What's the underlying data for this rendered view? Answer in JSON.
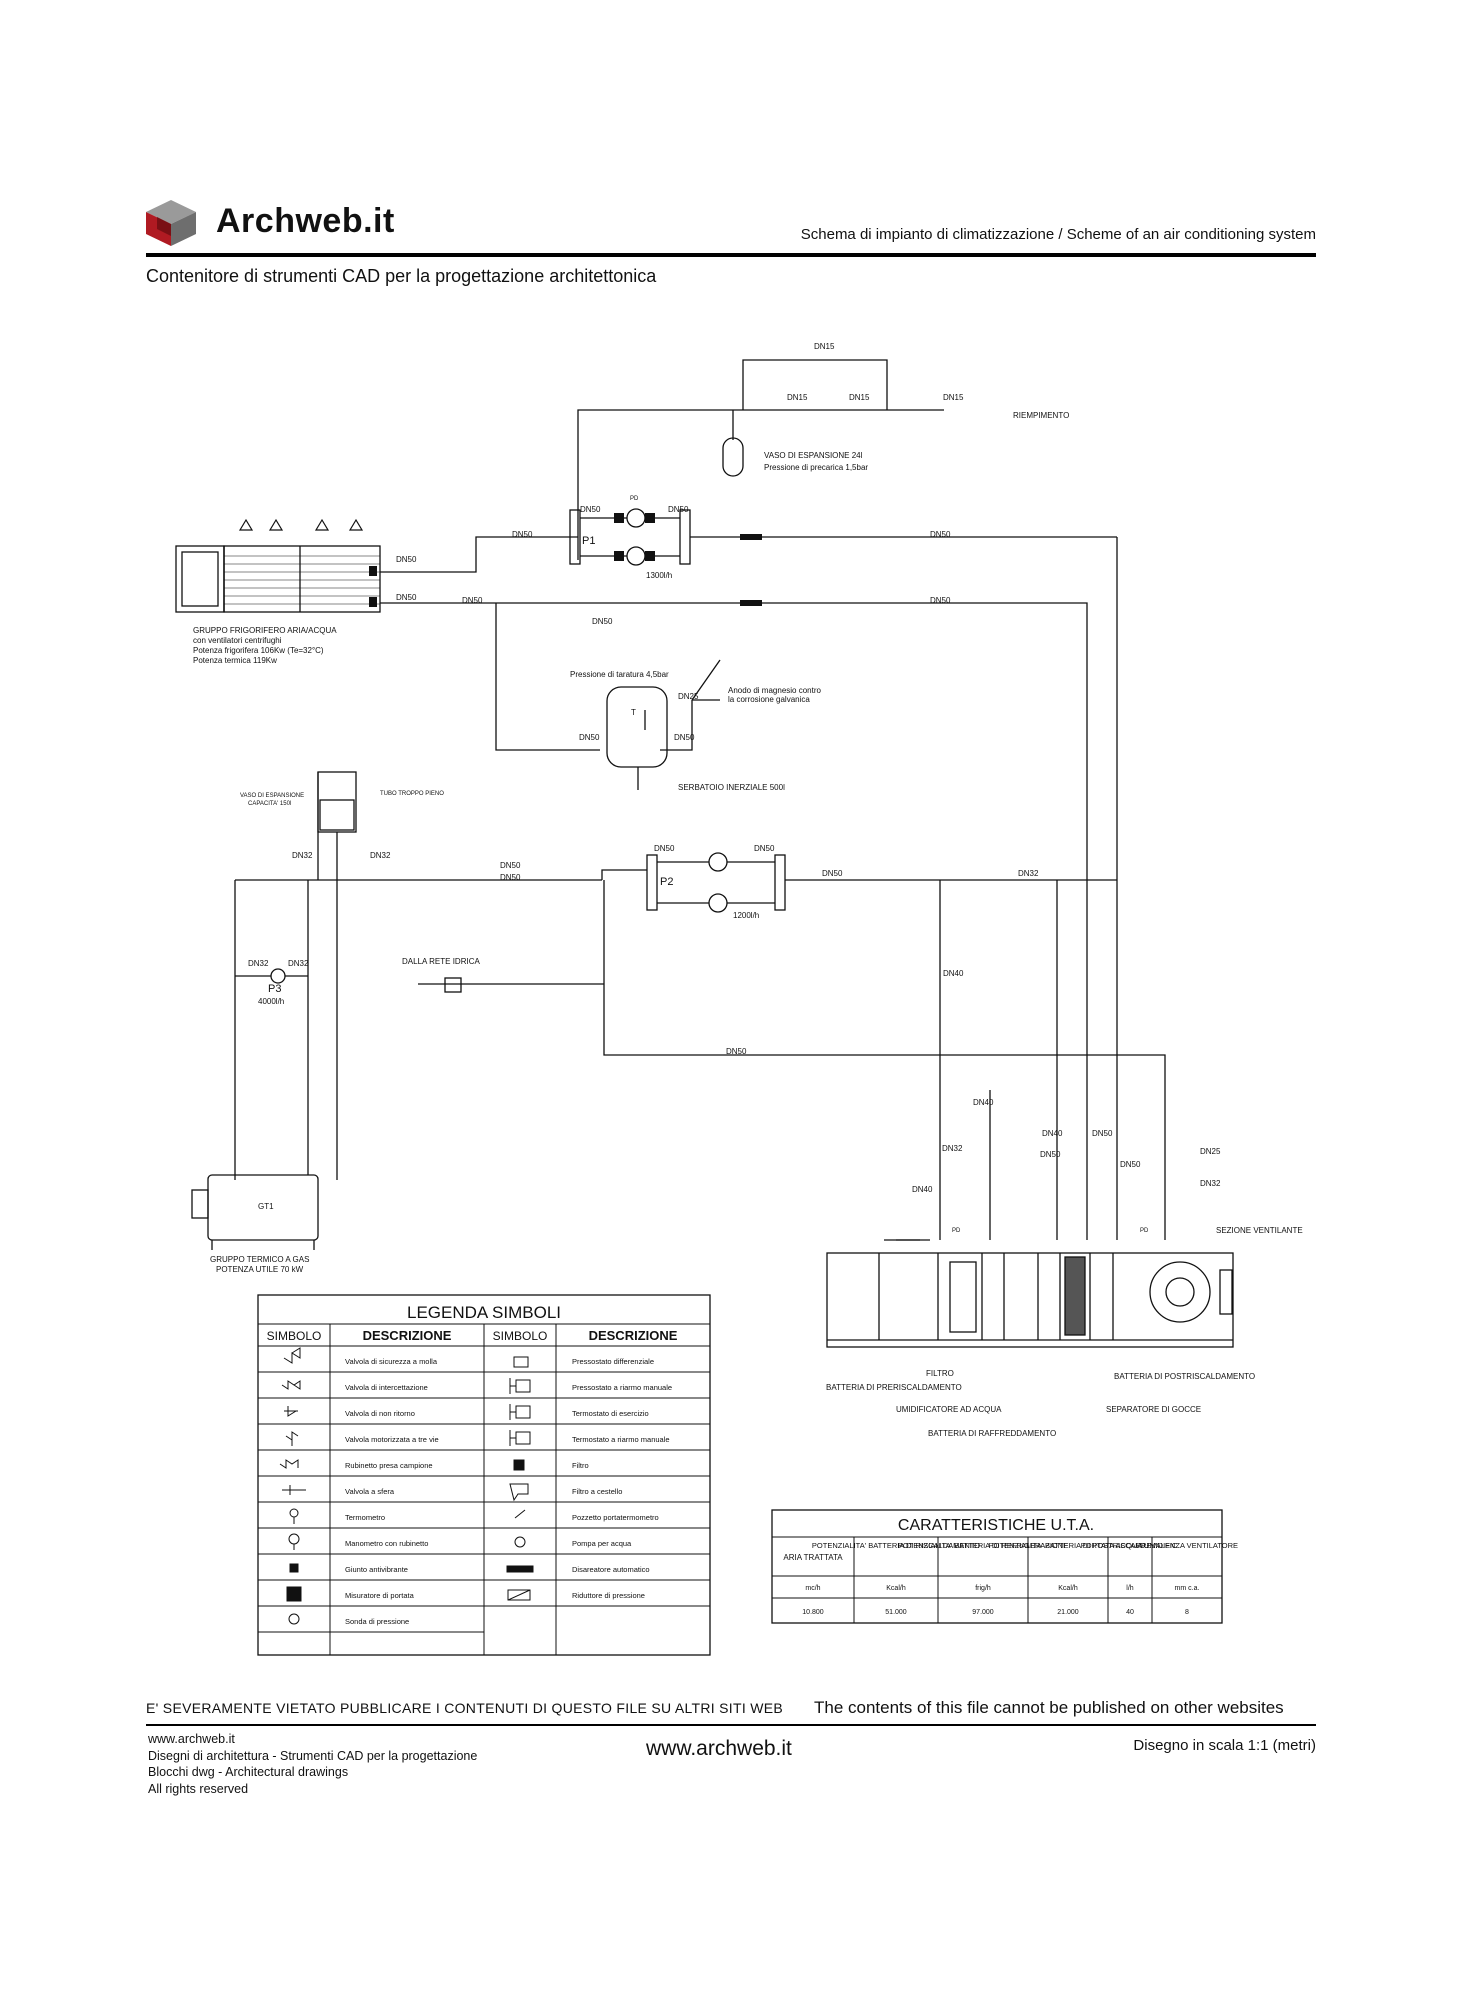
{
  "header": {
    "brand": "Archweb.it",
    "title": "Schema di impianto di climatizzazione  /  Scheme of an air conditioning system",
    "subtitle": "Contenitore di strumenti CAD per la progettazione architettonica"
  },
  "schematic": {
    "dn15": "DN15",
    "dn25": "DN25",
    "dn32": "DN32",
    "dn40": "DN40",
    "dn50": "DN50",
    "riempimento": "RIEMPIMENTO",
    "vaso_esp_1": "VASO DI ESPANSIONE 24l",
    "vaso_esp_2": "Pressione di precarica 1,5bar",
    "chiller": [
      "GRUPPO FRIGORIFERO ARIA/ACQUA",
      "con ventilatori centrifughi",
      "Potenza frigorifera 106Kw (Te=32°C)",
      "Potenza termica 119Kw"
    ],
    "p1": "P1",
    "p1_flow": "1300l/h",
    "taratura": "Pressione di taratura 4,5bar",
    "anodo": [
      "Anodo di magnesio contro",
      "la corrosione galvanica"
    ],
    "serbatoio": "SERBATOIO INERZIALE 500l",
    "vaso_150": [
      "VASO DI ESPANSIONE",
      "CAPACITA' 150l"
    ],
    "troppo_pieno": "TUBO TROPPO PIENO",
    "p2": "P2",
    "p2_flow": "1200l/h",
    "p3": "P3",
    "p3_flow": "4000l/h",
    "rete_idrica": "DALLA RETE IDRICA",
    "gt1": "GT1",
    "gruppo_termico": [
      "GRUPPO TERMICO A GAS",
      "POTENZA UTILE 70 kW"
    ],
    "sezione_ventilante": "SEZIONE VENTILANTE",
    "filtro": "FILTRO",
    "batt_prerisc": "BATTERIA DI PRERISCALDAMENTO",
    "umidificatore": "UMIDIFICATORE AD ACQUA",
    "batt_raffr": "BATTERIA DI RAFFREDDAMENTO",
    "separatore": "SEPARATORE DI GOCCE",
    "batt_postrisc": "BATTERIA DI POSTRISCALDAMENTO",
    "t_mark": "T",
    "pd_mark": "PD"
  },
  "legend": {
    "title": "LEGENDA SIMBOLI",
    "col_simbolo": "SIMBOLO",
    "col_descrizione": "DESCRIZIONE",
    "left": [
      "Valvola di sicurezza a molla",
      "Valvola di intercettazione",
      "Valvola di non ritorno",
      "Valvola motorizzata a tre vie",
      "Rubinetto presa campione",
      "Valvola a sfera",
      "Termometro",
      "Manometro con rubinetto",
      "Giunto antivibrante",
      "Misuratore di portata",
      "Sonda di pressione"
    ],
    "right": [
      "Pressostato differenziale",
      "Pressostato a riarmo manuale",
      "Termostato di esercizio",
      "Termostato a riarmo manuale",
      "Filtro",
      "Filtro a cestello",
      "Pozzetto portatermometro",
      "Pompa per acqua",
      "Disareatore automatico",
      "Riduttore di pressione"
    ]
  },
  "uta_table": {
    "title": "CARATTERISTICHE U.T.A.",
    "headers": [
      "ARIA TRATTATA",
      "POTENZIALITA' BATTERIA DI RISCALDAMENTO",
      "POTENZIALITA' BATTERIA DI REFRIGERAZIONE",
      "POTENZIALITA' BATTERIA DI POSTRISCALD.",
      "PORTATA ACQUA UMIDIFIC.",
      "PREVALENZA VENTILATORE"
    ],
    "units": [
      "mc/h",
      "Kcal/h",
      "frig/h",
      "Kcal/h",
      "l/h",
      "mm c.a."
    ],
    "values": [
      "10.800",
      "51.000",
      "97.000",
      "21.000",
      "40",
      "8"
    ]
  },
  "footer": {
    "warning_it": "E' SEVERAMENTE VIETATO PUBBLICARE I CONTENUTI DI QUESTO FILE SU ALTRI SITI WEB",
    "warning_en": "The contents of this file cannot be published on other websites",
    "left_lines": [
      "www.archweb.it",
      "Disegni di architettura - Strumenti CAD  per la progettazione",
      "Blocchi dwg - Architectural drawings",
      "All rights reserved"
    ],
    "center": "www.archweb.it",
    "right": "Disegno in scala 1:1 (metri)"
  },
  "colors": {
    "logo_red": "#b01a22",
    "logo_grey": "#8a8a8a",
    "line": "#111111"
  }
}
